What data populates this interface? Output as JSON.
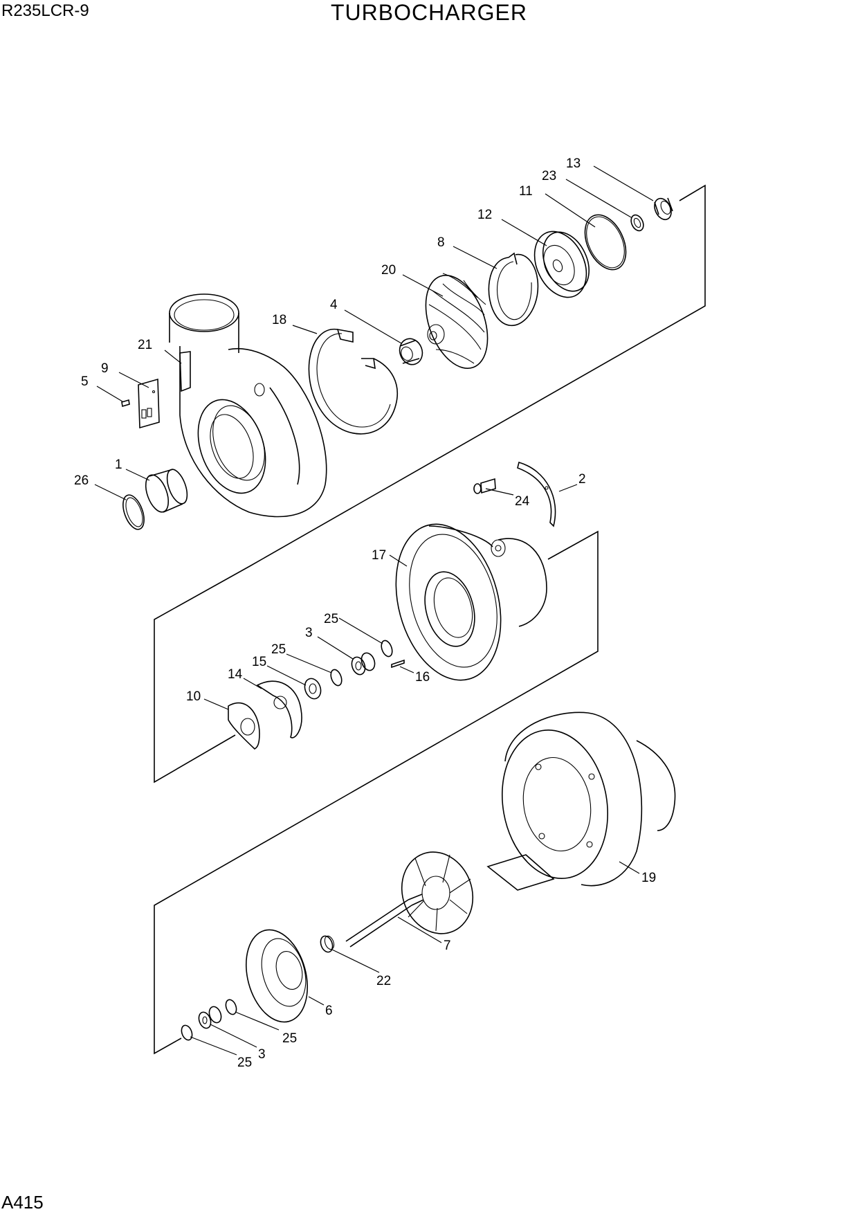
{
  "header": {
    "model": "R235LCR-9",
    "title": "TURBOCHARGER"
  },
  "footer": {
    "page_code": "A415"
  },
  "callouts": [
    "13",
    "23",
    "11",
    "12",
    "8",
    "20",
    "4",
    "18",
    "21",
    "9",
    "5",
    "1",
    "26",
    "2",
    "24",
    "17",
    "25",
    "3",
    "25",
    "15",
    "14",
    "16",
    "10",
    "19",
    "7",
    "22",
    "6",
    "25",
    "3",
    "25"
  ]
}
